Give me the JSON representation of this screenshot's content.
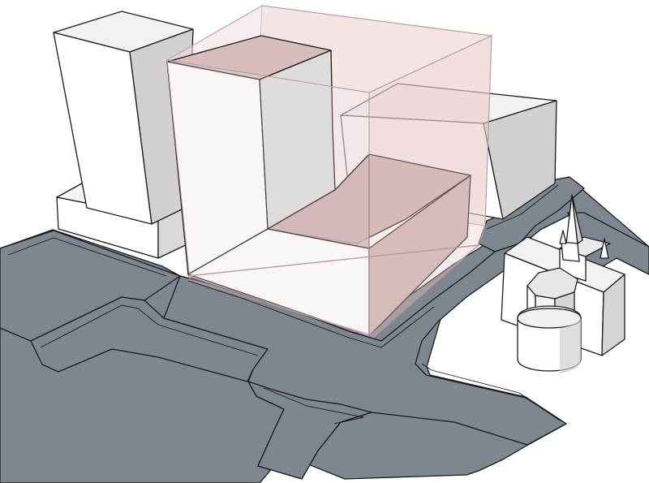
{
  "scene": {
    "description_free": true,
    "colors": {
      "background": "#ffffff",
      "road": "#7d8790",
      "curb_line": "#1a1a1a",
      "building_light": "#ffffff",
      "building_mid": "#ebebeb",
      "building_dark": "#cfcfcf",
      "envelope_fill": "#e8c8c8",
      "envelope_top": "#f2dede",
      "envelope_stroke": "#b59a9a"
    },
    "objects": [
      {
        "id": "road-network",
        "icon": "road-intersection"
      },
      {
        "id": "tower-left",
        "icon": "tall-box-building"
      },
      {
        "id": "tower-left-podium",
        "icon": "low-box-podium"
      },
      {
        "id": "l-shaped-building",
        "icon": "l-shaped-building"
      },
      {
        "id": "zoning-envelope",
        "icon": "transparent-volume"
      },
      {
        "id": "building-right",
        "icon": "box-building"
      },
      {
        "id": "church",
        "icon": "church-with-spires"
      }
    ]
  }
}
